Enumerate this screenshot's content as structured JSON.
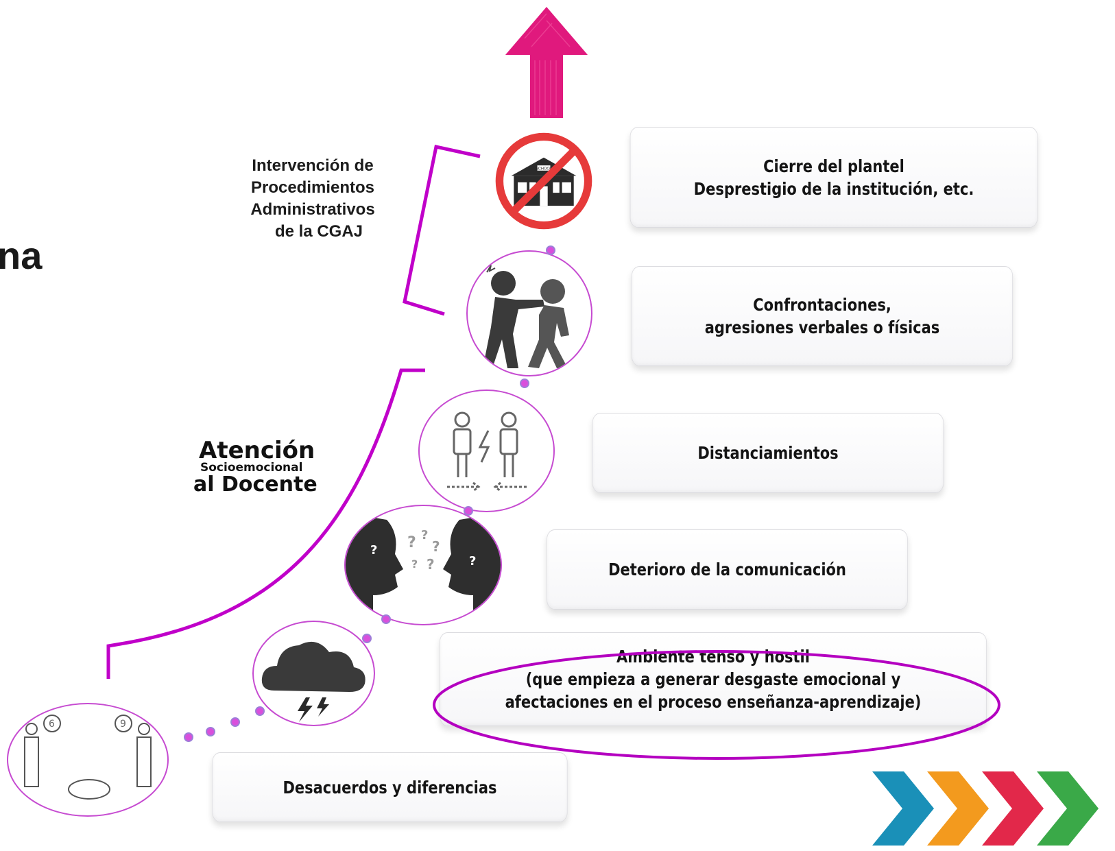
{
  "partial_title_fragment": "na",
  "steps": [
    {
      "lines": [
        "Cierre del plantel",
        "Desprestigio de la institución, etc."
      ],
      "icon": "school-closed-icon"
    },
    {
      "lines": [
        "Confrontaciones,",
        "agresiones verbales o físicas"
      ],
      "icon": "fighting-people-icon"
    },
    {
      "lines": [
        "Distanciamientos"
      ],
      "icon": "distancing-people-icon"
    },
    {
      "lines": [
        "Deterioro de la comunicación"
      ],
      "icon": "confused-heads-icon"
    },
    {
      "lines": [
        "Ambiente tenso y hostil",
        "(que empieza a generar desgaste emocional y",
        "afectaciones en el proceso enseñanza-aprendizaje)"
      ],
      "icon": "storm-cloud-icon"
    },
    {
      "lines": [
        "Desacuerdos  y diferencias"
      ],
      "icon": "disagreement-6-9-icon"
    }
  ],
  "bracket_labels": {
    "intervention": [
      "Intervención de",
      "Procedimientos",
      "Administrativos",
      "de la CGAJ"
    ],
    "attention": {
      "line1": "Atención",
      "line2": "Socioemocional",
      "line3": "al Docente"
    }
  },
  "icon_school_sign": "SCHOOL",
  "colors": {
    "magenta_arrow": "#e0197d",
    "bracket_purple": "#c000c9",
    "ellipse_purple": "#b400c0",
    "circle_border": "#c64bd1",
    "dot_pink": "#d94fdc",
    "logo_blue": "#1a90b8",
    "logo_orange": "#f39a1e",
    "logo_red": "#e2284a",
    "logo_green": "#3aa948"
  },
  "decorations": [
    "up-arrow-icon",
    "chevron-logo-icon"
  ]
}
